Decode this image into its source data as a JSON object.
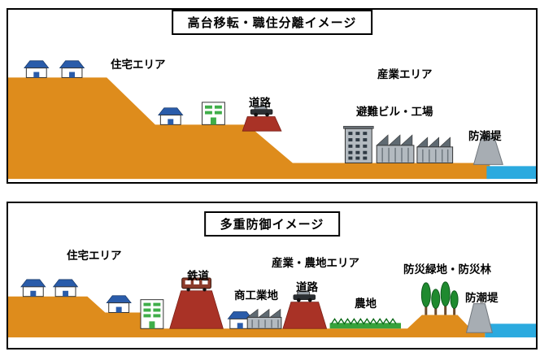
{
  "panels": {
    "top": {
      "title": "高台移転・職住分離イメージ",
      "labels": {
        "residential": "住宅エリア",
        "road": "道路",
        "industrial": "産業エリア",
        "evacuation": "避難ビル・工場",
        "seawall": "防潮堤"
      }
    },
    "bottom": {
      "title": "多重防御イメージ",
      "labels": {
        "residential": "住宅エリア",
        "railway": "鉄道",
        "industry_agri": "産業・農地エリア",
        "commercial": "商工業地",
        "road": "道路",
        "farmland": "農地",
        "green_belt": "防災緑地・防災林",
        "seawall": "防潮堤"
      }
    }
  },
  "colors": {
    "ground_orange": "#DE8C1C",
    "water_blue": "#2BAADF",
    "roof_blue": "#2A5CAA",
    "embankment_red": "#A93226",
    "building_gray": "#B3BAC0",
    "building_dark": "#5F6A72",
    "seawall_gray": "#A7ADB3",
    "green_accent": "#3FAE49",
    "tree_green": "#1F8A2F",
    "farmland_green": "#36A23C",
    "train_maroon": "#8C3B2A"
  },
  "icons": [
    "house-icon",
    "public-building-icon",
    "car-icon",
    "train-icon",
    "factory-icon",
    "evacuation-building-icon",
    "tree-icon",
    "seawall-icon",
    "water-icon",
    "farmland-icon",
    "railway-embankment-icon",
    "road-embankment-icon"
  ]
}
